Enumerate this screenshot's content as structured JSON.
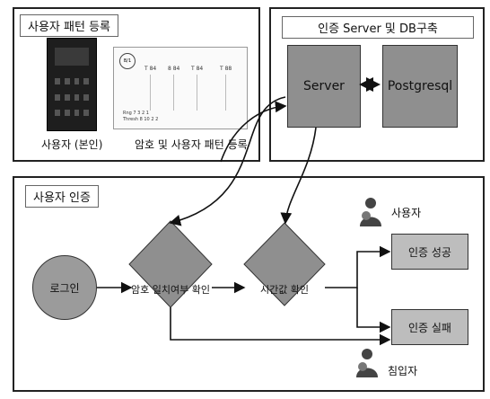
{
  "registration": {
    "title": "사용자 패턴 등록",
    "user_label": "사용자 (본인)",
    "pattern_label": "암호 및 사용자 패턴 등록"
  },
  "server_panel": {
    "title": "인증 Server 및 DB구축",
    "server": "Server",
    "db": "Postgresql"
  },
  "auth_panel": {
    "title": "사용자 인증",
    "login": "로그인",
    "check_password": "암호 일치여부 확인",
    "check_time": "시간값 확인",
    "success": "인증 성공",
    "fail": "인증 실패",
    "user": "사용자",
    "intruder": "침입자"
  },
  "icons": {
    "phone": "smartphone-icon",
    "pattern_chart": "pattern-chart-icon",
    "user": "user-lock-icon",
    "intruder": "intruder-lock-icon"
  },
  "colors": {
    "node_fill": "#8f8f8f",
    "panel_border": "#222222"
  }
}
